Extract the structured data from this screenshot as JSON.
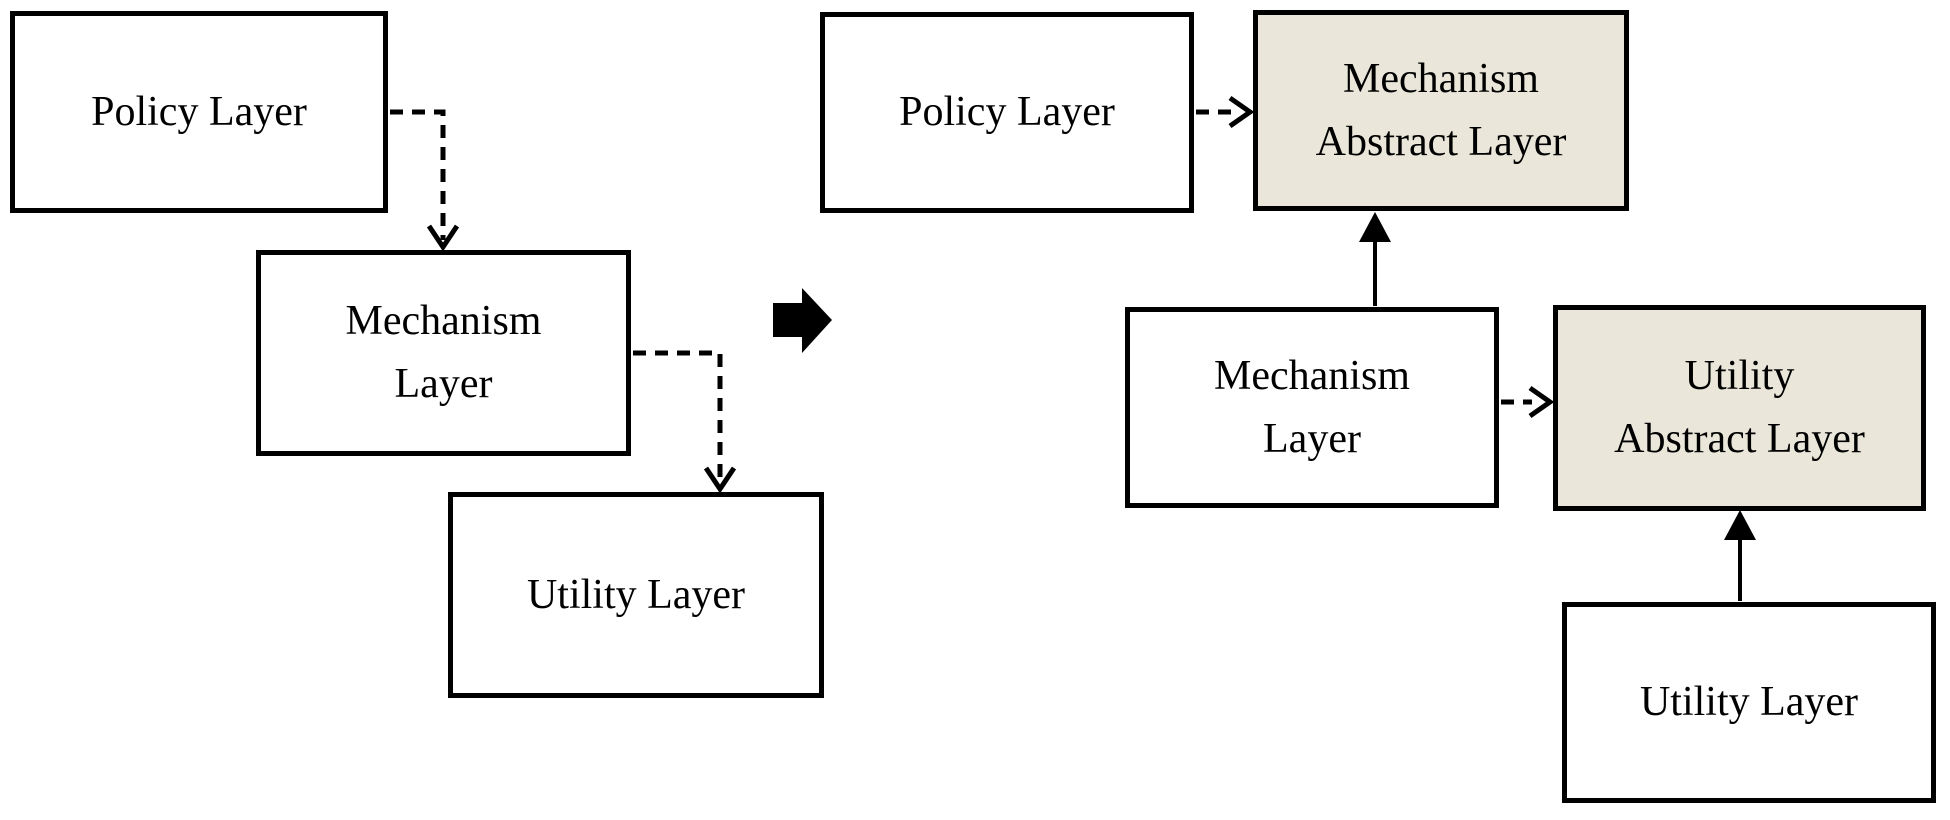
{
  "diagram": {
    "description": "Layered architecture transformation: plain layered stack becomes stack with abstract layers",
    "before": {
      "boxes": [
        {
          "id": "policy-layer",
          "label": "Policy Layer",
          "fill": "#ffffff"
        },
        {
          "id": "mechanism-layer",
          "label": "Mechanism\nLayer",
          "fill": "#ffffff"
        },
        {
          "id": "utility-layer",
          "label": "Utility Layer",
          "fill": "#ffffff"
        }
      ],
      "edges": [
        {
          "from": "policy-layer",
          "to": "mechanism-layer",
          "style": "dashed",
          "arrowhead": "open"
        },
        {
          "from": "mechanism-layer",
          "to": "utility-layer",
          "style": "dashed",
          "arrowhead": "open"
        }
      ]
    },
    "transform_arrow": {
      "symbol": "right-arrow",
      "fill": "#000000"
    },
    "after": {
      "boxes": [
        {
          "id": "policy-layer",
          "label": "Policy Layer",
          "fill": "#ffffff"
        },
        {
          "id": "mechanism-abstract-layer",
          "label": "Mechanism\nAbstract Layer",
          "fill": "#eae7da"
        },
        {
          "id": "mechanism-layer",
          "label": "Mechanism\nLayer",
          "fill": "#ffffff"
        },
        {
          "id": "utility-abstract-layer",
          "label": "Utility\nAbstract Layer",
          "fill": "#eae7da"
        },
        {
          "id": "utility-layer",
          "label": "Utility Layer",
          "fill": "#ffffff"
        }
      ],
      "edges": [
        {
          "from": "policy-layer",
          "to": "mechanism-abstract-layer",
          "style": "dashed",
          "arrowhead": "open"
        },
        {
          "from": "mechanism-layer",
          "to": "mechanism-abstract-layer",
          "style": "solid",
          "arrowhead": "filled"
        },
        {
          "from": "mechanism-layer",
          "to": "utility-abstract-layer",
          "style": "dashed",
          "arrowhead": "open"
        },
        {
          "from": "utility-layer",
          "to": "utility-abstract-layer",
          "style": "solid",
          "arrowhead": "filled"
        }
      ]
    },
    "colors": {
      "border": "#000000",
      "text": "#000000",
      "plain_box_fill": "#ffffff",
      "abstract_box_fill": "#eae7da",
      "background": "#ffffff"
    }
  }
}
